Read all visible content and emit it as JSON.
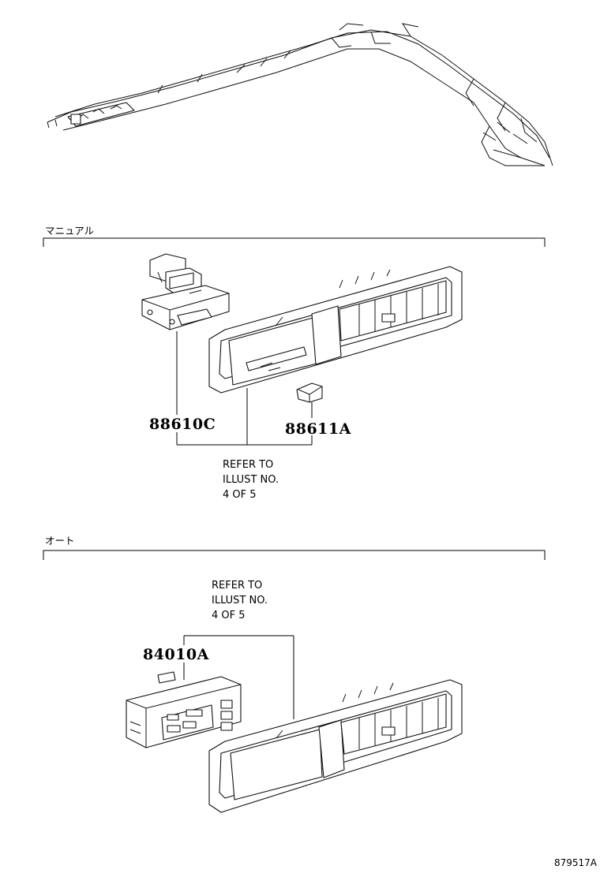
{
  "sections": {
    "manual": {
      "title": "マニュアル"
    },
    "auto": {
      "title": "オート"
    }
  },
  "parts": {
    "p88610c": "88610C",
    "p88611a": "88611A",
    "p84010a": "84010A"
  },
  "refer_manual": {
    "line1": "REFER TO",
    "line2": "ILLUST NO.",
    "line3": "4 OF 5"
  },
  "refer_auto": {
    "line1": "REFER TO",
    "line2": "ILLUST NO.",
    "line3": "4 OF 5"
  },
  "figure_code": "879517A"
}
